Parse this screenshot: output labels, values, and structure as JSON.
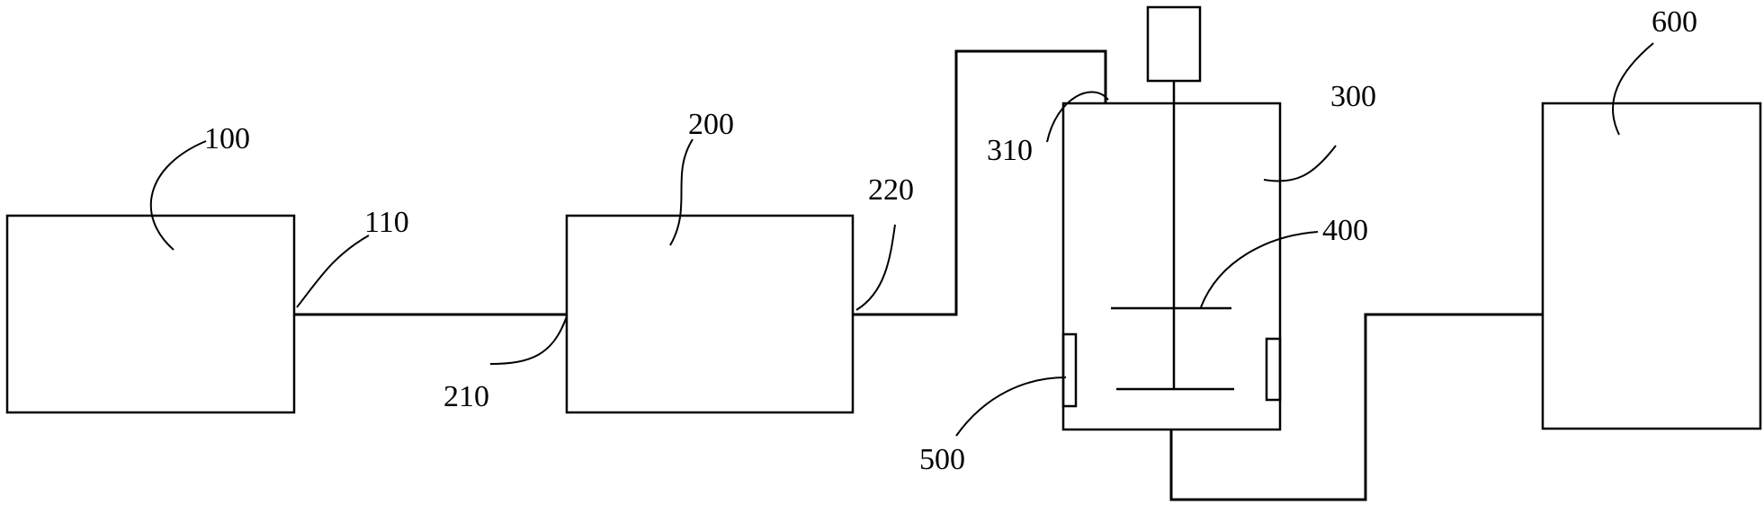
{
  "labels": {
    "l100": "100",
    "l110": "110",
    "l200": "200",
    "l210": "210",
    "l220": "220",
    "l300": "300",
    "l310": "310",
    "l400": "400",
    "l500": "500",
    "l600": "600"
  }
}
